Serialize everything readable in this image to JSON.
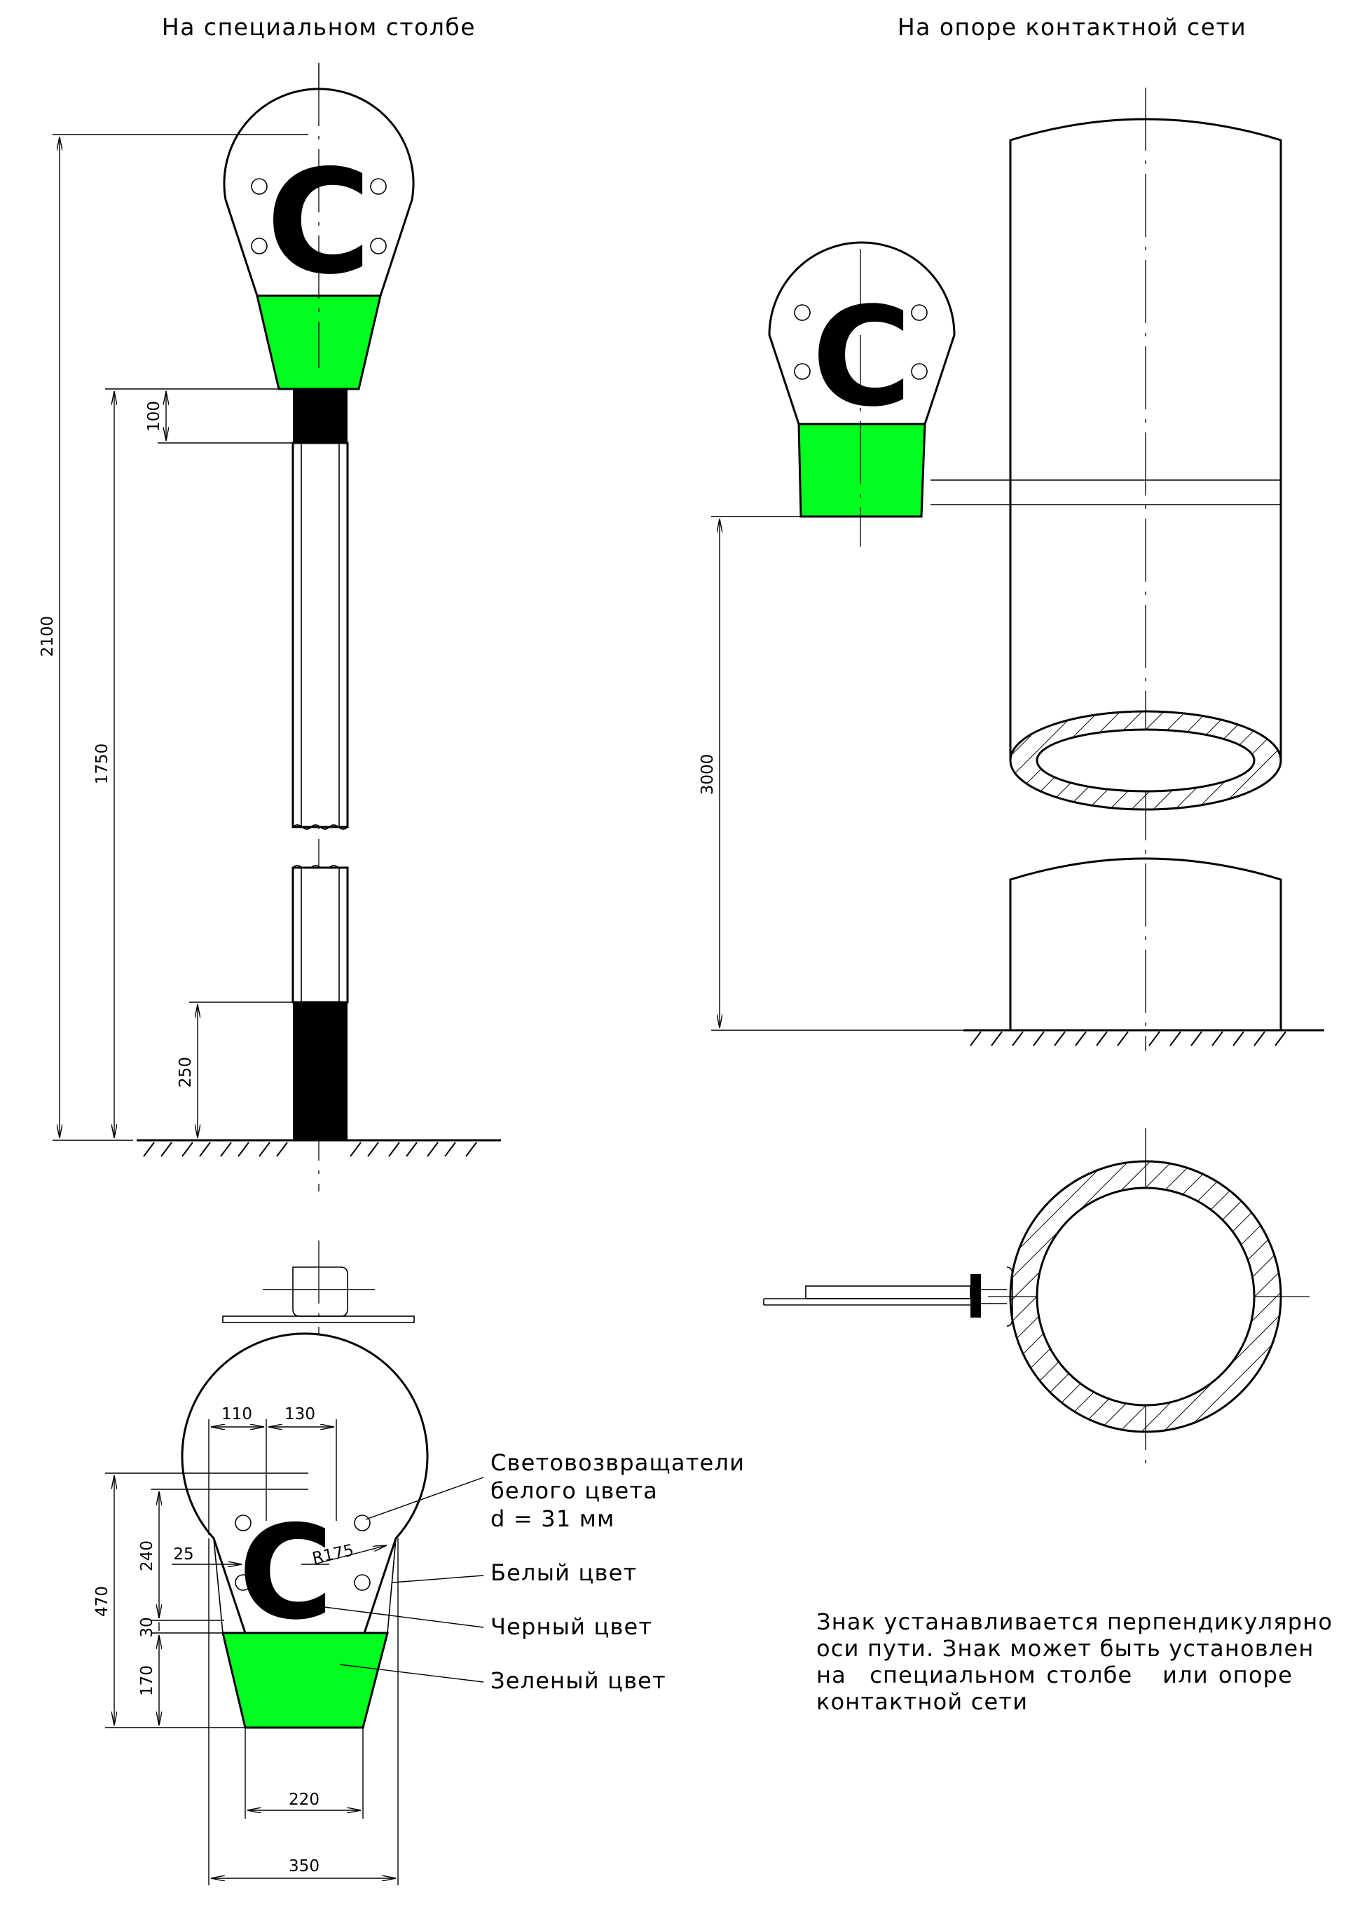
{
  "titles": {
    "left": "На специальном столбе",
    "right": "На опоре контактной сети"
  },
  "sign": {
    "letter": "С",
    "colors": {
      "green": "#00ff1e",
      "black": "#000000",
      "white": "#ffffff"
    }
  },
  "dimensions": {
    "total_height": "2100",
    "sign_bottom_height": "1750",
    "top_band": "100",
    "bottom_band": "250",
    "mount_height": "3000",
    "width_left": "110",
    "width_right": "130",
    "height_total": "470",
    "upper_height": "240",
    "offset": "25",
    "radius": "R175",
    "gap": "30",
    "green_height": "170",
    "bottom_width": "220",
    "full_width": "350"
  },
  "callouts": {
    "reflectors_line1": "Световозвращатели",
    "reflectors_line2": "белого цвета",
    "reflectors_line3": "d = 31 мм",
    "white": "Белый цвет",
    "black": "Черный цвет",
    "green": "Зеленый цвет"
  },
  "note": {
    "line1": "Знак устанавливается перпендикулярно",
    "line2": "оси пути. Знак может быть установлен",
    "line3": [
      "на",
      "специальном",
      "столбе",
      "или",
      "опоре"
    ],
    "line4": "контактной сети"
  }
}
